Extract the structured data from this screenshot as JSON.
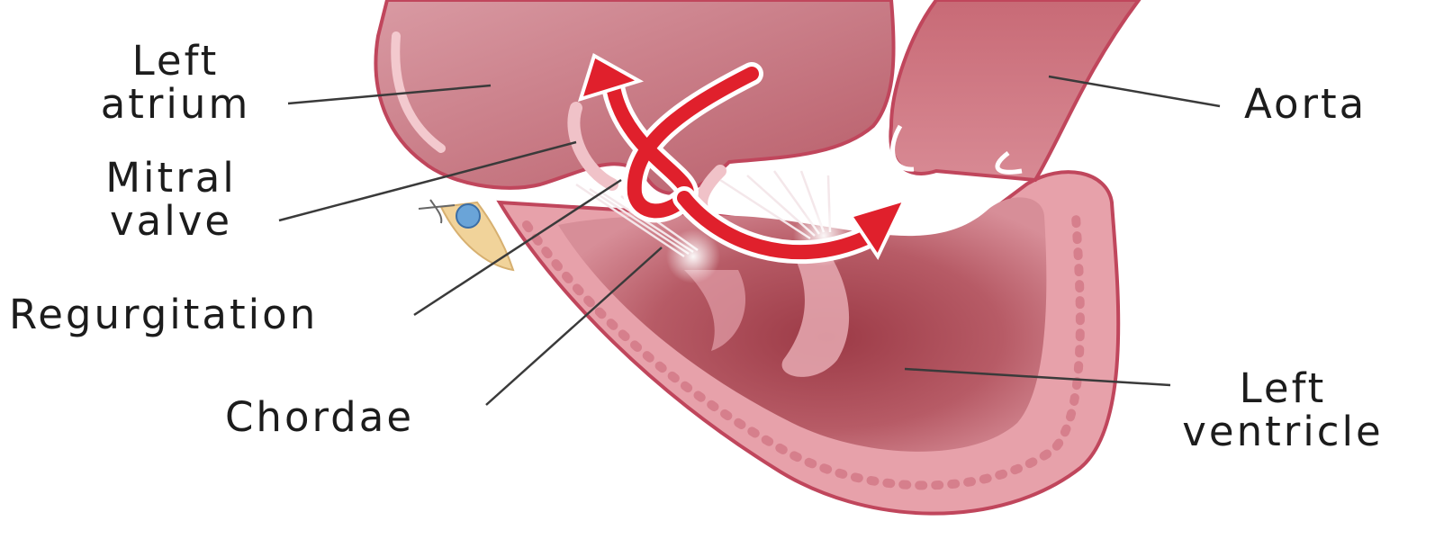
{
  "labels": {
    "left_atrium": [
      "Left",
      "atrium"
    ],
    "mitral_valve": [
      "Mitral",
      "valve"
    ],
    "regurgitation": "Regurgitation",
    "chordae": "Chordae",
    "aorta": "Aorta",
    "left_ventricle": [
      "Left",
      "ventricle"
    ]
  },
  "colors": {
    "background": "#ffffff",
    "label_text": "#1c1c1c",
    "leader_line": "#3a3a3a",
    "heart_wall": "#e9a3ac",
    "heart_outline": "#c0465c",
    "chamber_interior": "#b65561",
    "arrow": "#e0202c"
  },
  "icons": {
    "arrows": "regurgitation-flow-arrows",
    "clip": "surgical-clip-icon"
  }
}
